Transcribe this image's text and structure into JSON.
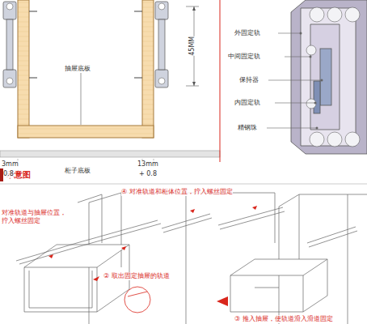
{
  "diagram": {
    "title": "示意图",
    "labels": [
      "抽屉底板",
      "45MM",
      "3mm",
      "0.8",
      "柜子底板",
      "13mm",
      "+ 0.8",
      "外固定轨",
      "中间固定轨",
      "保持器",
      "内固定轨",
      "精钢珠",
      "④ 对准轨道和柜体位置，拧入螺丝固定",
      "对准轨道与抽屉位置，拧入螺丝固定",
      "② 取出固定抽屉的轨道",
      "③ 推入抽屉，使轨道滑入滑道固定"
    ]
  }
}
